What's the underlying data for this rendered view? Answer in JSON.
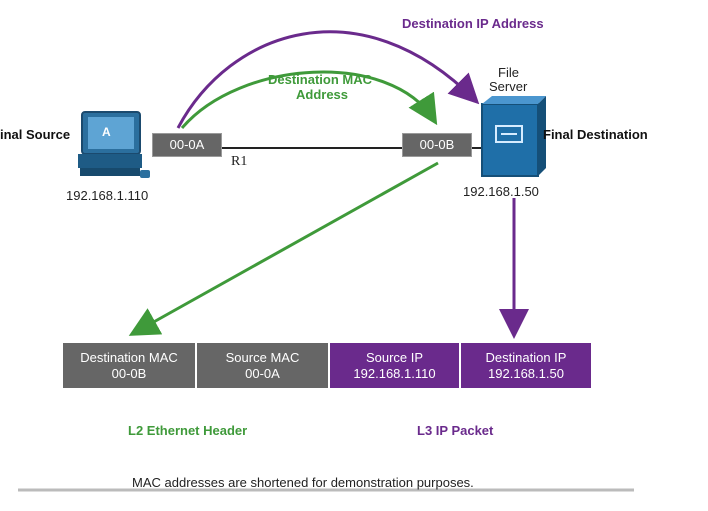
{
  "labels": {
    "dest_ip_arrow": "Destination IP Address",
    "dest_mac_arrow_line1": "Destination MAC",
    "dest_mac_arrow_line2": "Address",
    "file_server_line1": "File",
    "file_server_line2": "Server",
    "final_source": "inal Source",
    "final_destination": "Final Destination",
    "router": "R1",
    "pc_letter": "A"
  },
  "addresses": {
    "source_ip": "192.168.1.110",
    "dest_ip": "192.168.1.50",
    "router_left_mac": "00-0A",
    "router_right_mac": "00-0B"
  },
  "header_fields": [
    {
      "label": "Destination MAC",
      "value": "00-0B"
    },
    {
      "label": "Source MAC",
      "value": "00-0A"
    },
    {
      "label": "Source IP",
      "value": "192.168.1.110"
    },
    {
      "label": "Destination IP",
      "value": "192.168.1.50"
    }
  ],
  "sections": {
    "l2": "L2 Ethernet Header",
    "l3": "L3 IP Packet"
  },
  "footnote": "MAC addresses are shortened for demonstration purposes.",
  "colors": {
    "purple": "#6a2a8c",
    "green": "#3f9a3a",
    "gray": "#666666",
    "server_blue": "#1f6fa8"
  },
  "icons": [
    "computer-icon",
    "server-icon"
  ]
}
